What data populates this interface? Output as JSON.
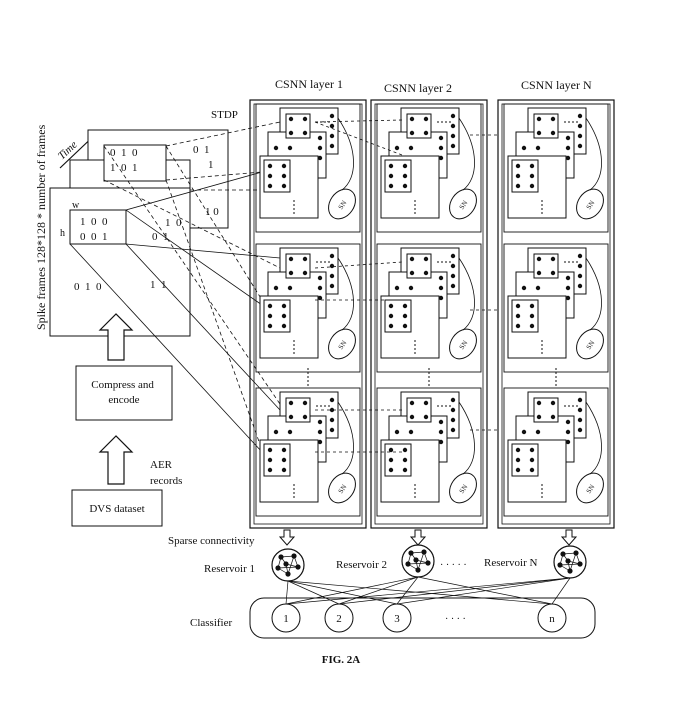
{
  "figure": {
    "caption": "FIG. 2A",
    "y_axis_label": "Spike frames 128*128 * number of frames",
    "time_label": "Time",
    "stdp_label": "STDP",
    "w_label": "w",
    "h_label": "h",
    "frame_rows": {
      "back_row1": "0  1  0",
      "back_row2": "1  0  1",
      "back_right1": "0  1",
      "back_right2": "1",
      "back_right3": "1 0",
      "front_row1": "1  0  0",
      "front_row2": "0  0  1",
      "front_right1": "1  0",
      "front_right2": "0  1",
      "front_bottom": "0  1  0",
      "front_bottom_right": "1  1"
    },
    "compress_label": "Compress and encode",
    "aer_label": "AER records",
    "dvs_label": "DVS dataset",
    "csnn_layers": [
      "CSNN layer 1",
      "CSNN layer 2",
      "CSNN layer N"
    ],
    "sn_label": "SN",
    "sparse_label": "Sparse connectivity",
    "reservoirs": [
      "Reservoir 1",
      "Reservoir 2",
      "Reservoir N"
    ],
    "reservoir_dots": "· · · · ·",
    "classifier_label": "Classifier",
    "classifier_nodes": [
      "1",
      "2",
      "3",
      "n"
    ],
    "classifier_dots": "· · · ·"
  }
}
